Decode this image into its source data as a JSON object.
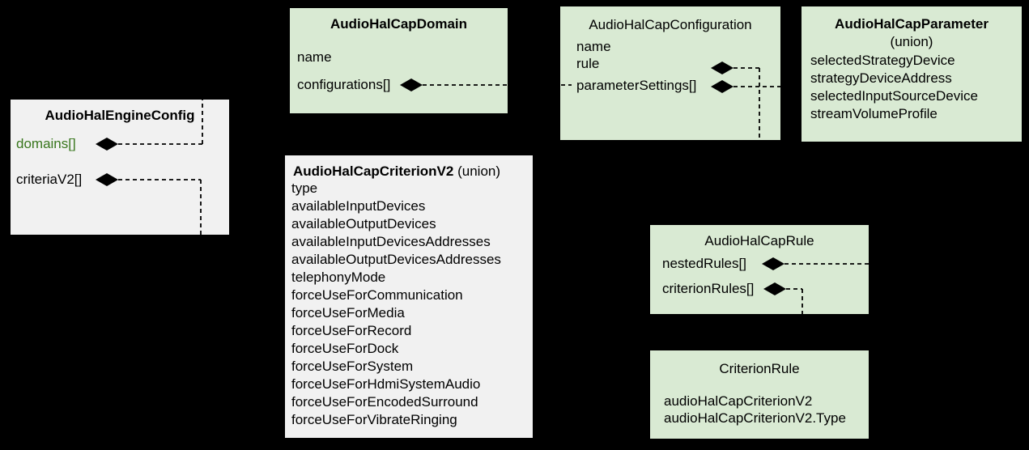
{
  "diagram": {
    "background_color": "#000000",
    "green_box_color": "#d9ead3",
    "gray_box_color": "#f1f1f1",
    "green_field_text_color": "#38761d",
    "connector_color": "#000000",
    "icons": {
      "composition-diamond": "◆"
    },
    "nodes": {
      "engine": {
        "title": "AudioHalEngineConfig",
        "fields": [
          "domains[]",
          "criteriaV2[]"
        ]
      },
      "domain": {
        "title": "AudioHalCapDomain",
        "fields": [
          "name",
          "configurations[]"
        ]
      },
      "configuration": {
        "title": "AudioHalCapConfiguration",
        "fields": [
          "name",
          "rule",
          "parameterSettings[]"
        ]
      },
      "parameter": {
        "title": "AudioHalCapParameter",
        "subtitle": "(union)",
        "fields": [
          "selectedStrategyDevice",
          "strategyDeviceAddress",
          "selectedInputSourceDevice",
          "streamVolumeProfile"
        ]
      },
      "criterionV2": {
        "title": "AudioHalCapCriterionV2",
        "subtitle": "(union)",
        "fields": [
          "type",
          "availableInputDevices",
          "availableOutputDevices",
          "availableInputDevicesAddresses",
          "availableOutputDevicesAddresses",
          "telephonyMode",
          "forceUseForCommunication",
          "forceUseForMedia",
          "forceUseForRecord",
          "forceUseForDock",
          "forceUseForSystem",
          "forceUseForHdmiSystemAudio",
          "forceUseForEncodedSurround",
          "forceUseForVibrateRinging"
        ]
      },
      "rule": {
        "title": "AudioHalCapRule",
        "fields": [
          "nestedRules[]",
          "criterionRules[]"
        ]
      },
      "criterionRule": {
        "title": "CriterionRule",
        "fields": [
          "audioHalCapCriterionV2",
          "audioHalCapCriterionV2.Type"
        ]
      }
    }
  }
}
